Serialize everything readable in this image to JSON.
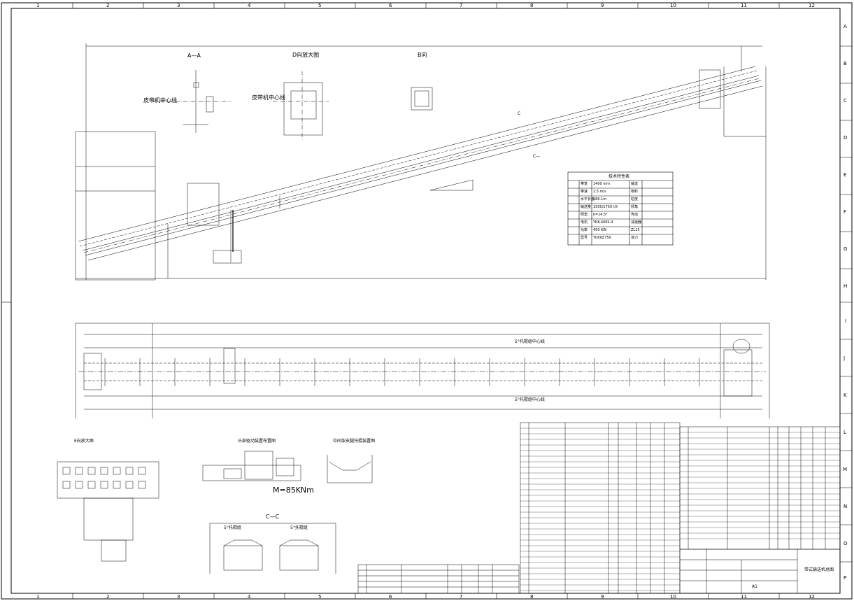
{
  "frame": {
    "col_numbers": [
      "1",
      "2",
      "3",
      "4",
      "5",
      "6",
      "7",
      "8",
      "9",
      "10",
      "11",
      "12"
    ],
    "row_letters": [
      "A",
      "B",
      "C",
      "D",
      "E",
      "F",
      "G",
      "H",
      "I",
      "J",
      "K",
      "L",
      "M",
      "N",
      "O",
      "P"
    ]
  },
  "views": {
    "section_aa": "A—A",
    "view_d": "D向放大图",
    "view_b": "B向",
    "belt_center_1": "皮带机中心线",
    "belt_center_2": "皮带机中心线",
    "view_e": "E向放大图",
    "motor_layout": "头部驱动装置布置图",
    "roller_layout": "中间架支腿托辊装置图",
    "section_cc": "C—C",
    "idler_5a": "5°托辊组",
    "idler_5b": "5°托辊组",
    "moment": "M=85KNm",
    "c_mark_top": "C",
    "c_mark_bottom": "C—",
    "note_5_1": "5°托辊组中心线",
    "note_5_2": "5°托辊组中心线"
  },
  "spec_table": {
    "title": "技术特性表",
    "rows": [
      [
        "带宽",
        "1400 mm",
        "输送"
      ],
      [
        "带速",
        "2.5 m/s",
        "物料"
      ],
      [
        "水平长度",
        "186.1m",
        "粒度"
      ],
      [
        "输送量",
        "1500/1750 t/h",
        "倾角"
      ],
      [
        "倾角",
        "k=14.5°",
        "传动"
      ],
      [
        "电机",
        "YKK-400S-4",
        "减速器"
      ],
      [
        "功率",
        "450 KW",
        "ZL15"
      ],
      [
        "型号",
        "YOXIIZ750",
        "液力"
      ]
    ]
  },
  "title_block": {
    "drawing_name": "带式输送机总图",
    "scale": "A1"
  }
}
